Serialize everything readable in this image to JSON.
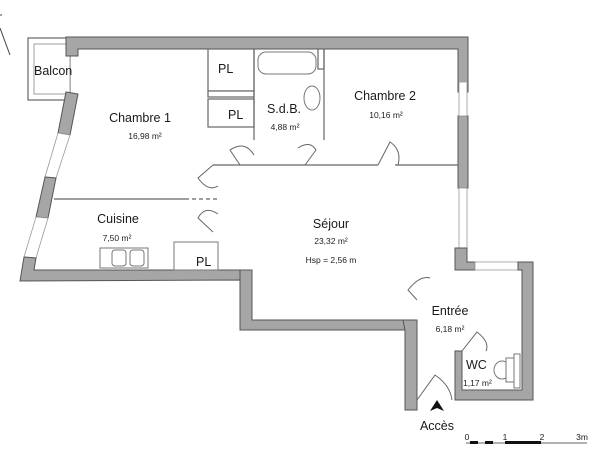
{
  "plan": {
    "rooms": {
      "balcon": {
        "name": "Balcon"
      },
      "chambre1": {
        "name": "Chambre 1",
        "area": "16,98 m²"
      },
      "sdb": {
        "name": "S.d.B.",
        "area": "4,88 m²"
      },
      "chambre2": {
        "name": "Chambre 2",
        "area": "10,16 m²"
      },
      "cuisine": {
        "name": "Cuisine",
        "area": "7,50 m²"
      },
      "sejour": {
        "name": "Séjour",
        "area": "23,32 m²",
        "height": "Hsp = 2,56 m"
      },
      "entree": {
        "name": "Entrée",
        "area": "6,18 m²"
      },
      "wc": {
        "name": "WC",
        "area": "1,17 m²"
      }
    },
    "closets": [
      "PL",
      "PL",
      "PL"
    ],
    "access": {
      "label": "Accès",
      "icon": "arrow-up-icon"
    },
    "scale": {
      "ticks": [
        "0",
        "1",
        "2",
        "3m"
      ]
    },
    "colors": {
      "wall": "#a6a6a6",
      "outline": "#555555",
      "background": "#ffffff"
    }
  }
}
